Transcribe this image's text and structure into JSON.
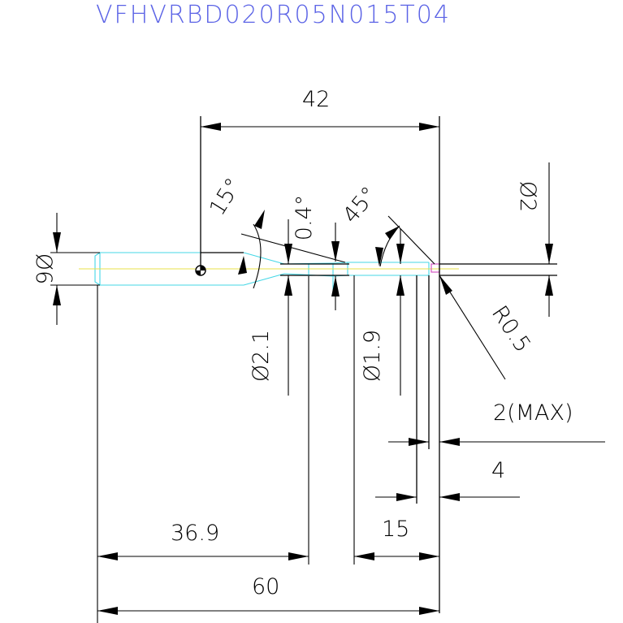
{
  "drawing": {
    "part_code": "VFHVRBD020R05N015T04",
    "colors": {
      "title": "#5b63e6",
      "outline": "#000000",
      "tool_body": "#44d7e6",
      "centerline": "#e8e04a",
      "tip_marker": "#d048c0"
    },
    "dimensions": {
      "overall_length": "60",
      "body_length": "42",
      "neck_length": "36.9",
      "effective_length": "15",
      "relief_length": "4",
      "max_flute": "2(MAX)",
      "shank_dia": "Ø6",
      "neck_dia": "Ø2.1",
      "relief_dia": "Ø1.9",
      "tip_dia": "Ø2",
      "corner_radius": "R0.5",
      "angle_15": "15°",
      "angle_04": "0.4°",
      "angle_45": "45°"
    }
  }
}
